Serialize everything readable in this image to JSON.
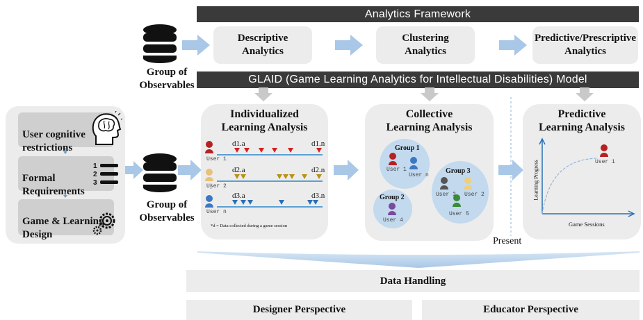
{
  "framework_bar": "Analytics Framework",
  "glaid_bar": "GLAID (Game Learning Analytics for Intellectual Disabilities) Model",
  "top_boxes": [
    {
      "label": "Descriptive\nAnalytics"
    },
    {
      "label": "Clustering\nAnalytics"
    },
    {
      "label": "Predictive/Prescriptive\nAnalytics"
    }
  ],
  "observables_top": "Group of\nObservables",
  "observables_mid": "Group of\nObservables",
  "left_items": [
    {
      "label": "User cognitive\nrestrictions"
    },
    {
      "label": "Formal\nRequirements"
    },
    {
      "label": "Game & Learning\nDesign"
    }
  ],
  "individual_panel": {
    "title": "Individualized\nLearning Analysis",
    "rows": [
      {
        "start": "d1.a",
        "end": "d1.n",
        "user": "User 1",
        "color": "#d42020"
      },
      {
        "start": "d2.a",
        "end": "d2.n",
        "user": "User 2",
        "color": "#b89212"
      },
      {
        "start": "d3.a",
        "end": "d3.n",
        "user": "User n",
        "color": "#2a6fb5"
      }
    ],
    "footnote": "*d = Data collected during a game session"
  },
  "collective_panel": {
    "title": "Collective\nLearning Analysis",
    "groups": [
      {
        "name": "Group 1",
        "users": [
          "User 1",
          "User n"
        ]
      },
      {
        "name": "Group 2",
        "users": [
          "User 4"
        ]
      },
      {
        "name": "Group 3",
        "users": [
          "User 3",
          "User 2",
          "User 5"
        ]
      }
    ]
  },
  "predictive_panel": {
    "title": "Predictive\nLearning Analysis",
    "y_label": "Learning Progress",
    "x_label": "Game Sessions",
    "user": "User 1"
  },
  "present_label": "Present",
  "data_handling": "Data Handling",
  "designer_perspective": "Designer Perspective",
  "educator_perspective": "Educator Perspective",
  "colors": {
    "dark_bar": "#3a3a3a",
    "panel": "#ececec",
    "arrow": "#a9c7e6",
    "accent_line": "#2a86c8"
  }
}
